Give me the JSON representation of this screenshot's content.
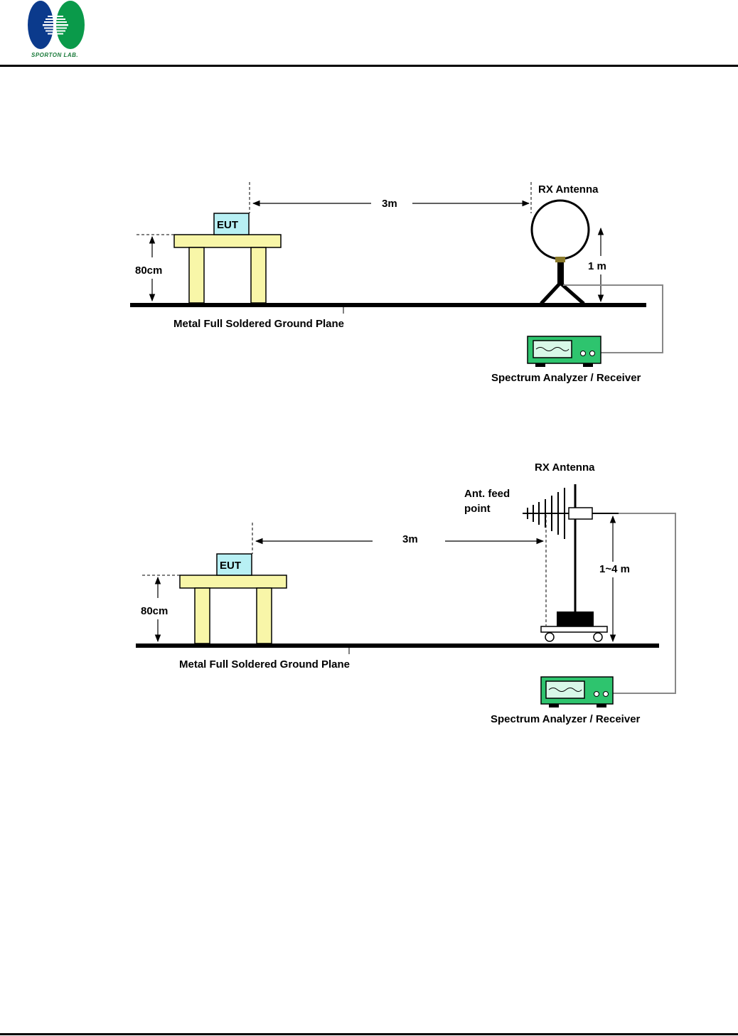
{
  "header": {
    "logo_text": "SPORTON LAB.",
    "colors": {
      "logo_blue": "#0b3a8c",
      "logo_green": "#0a9a4a",
      "rule": "#000000"
    }
  },
  "diagram1": {
    "eut_label": "EUT",
    "height_label": "80cm",
    "distance_label": "3m",
    "antenna_label": "RX Antenna",
    "antenna_height_label": "1 m",
    "ground_label": "Metal Full Soldered Ground Plane",
    "analyzer_label": "Spectrum Analyzer / Receiver"
  },
  "diagram2": {
    "eut_label": "EUT",
    "height_label": "80cm",
    "distance_label": "3m",
    "antenna_label": "RX Antenna",
    "feed_label_line1": "Ant. feed",
    "feed_label_line2": "point",
    "antenna_height_label": "1~4 m",
    "ground_label": "Metal Full Soldered Ground Plane",
    "analyzer_label": "Spectrum Analyzer / Receiver"
  },
  "colors": {
    "table": "#f8f6a8",
    "eut": "#b8f0f4",
    "analyzer": "#2ec46e",
    "cable": "#888888",
    "loop_feed": "#8a7a2a"
  }
}
